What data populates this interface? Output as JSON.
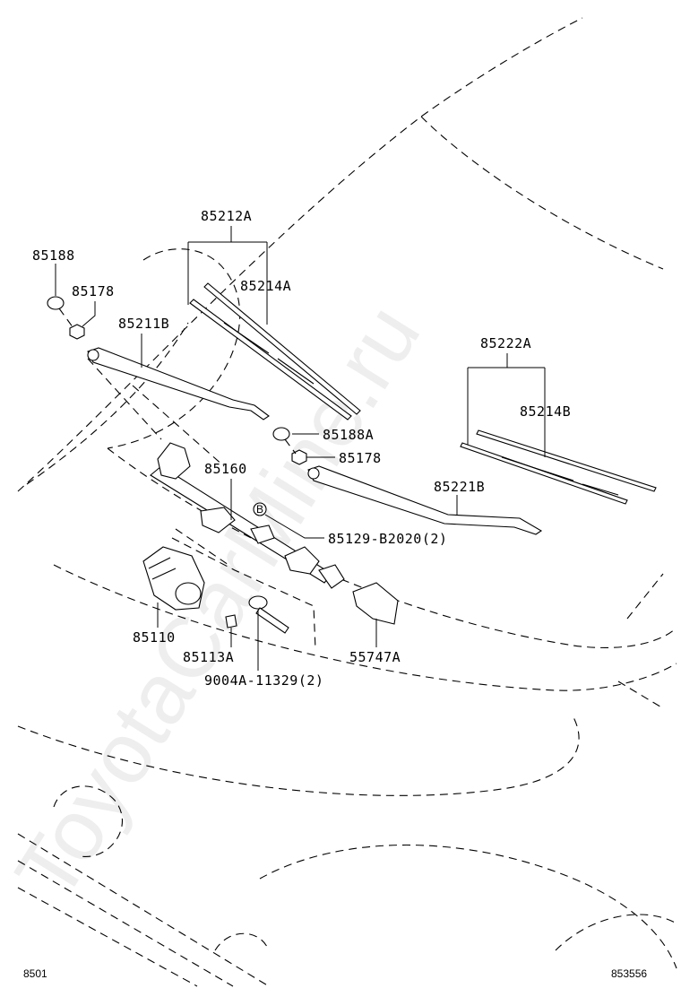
{
  "diagram": {
    "watermark": "ToyotaCarMine.ru",
    "footer": {
      "left_code": "8501",
      "right_code": "853556"
    },
    "parts": [
      {
        "id": "p85212A",
        "label": "85212A"
      },
      {
        "id": "p85214A",
        "label": "85214A"
      },
      {
        "id": "p85188",
        "label": "85188"
      },
      {
        "id": "p85178a",
        "label": "85178"
      },
      {
        "id": "p85211B",
        "label": "85211B"
      },
      {
        "id": "p85188A",
        "label": "85188A"
      },
      {
        "id": "p85178b",
        "label": "85178"
      },
      {
        "id": "p85160",
        "label": "85160"
      },
      {
        "id": "p85222A",
        "label": "85222A"
      },
      {
        "id": "p85214B",
        "label": "85214B"
      },
      {
        "id": "p85221B",
        "label": "85221B"
      },
      {
        "id": "p85129",
        "label": "85129-B2020(2)"
      },
      {
        "id": "p85110",
        "label": "85110"
      },
      {
        "id": "p85113A",
        "label": "85113A"
      },
      {
        "id": "p9004A",
        "label": "9004A-11329(2)"
      },
      {
        "id": "p55747A",
        "label": "55747A"
      }
    ],
    "callout_marker": "B"
  }
}
